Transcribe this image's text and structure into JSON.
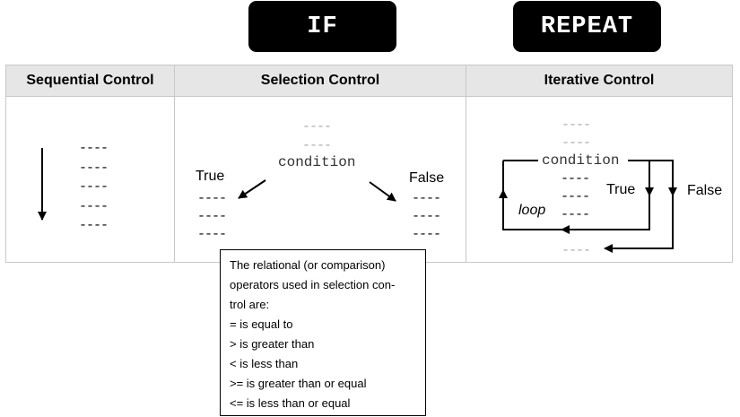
{
  "badges": {
    "if": "IF",
    "repeat": "REPEAT"
  },
  "columns": {
    "sequential": {
      "title": "Sequential Control"
    },
    "selection": {
      "title": "Selection Control",
      "condition": "condition",
      "true_label": "True",
      "false_label": "False"
    },
    "iterative": {
      "title": "Iterative Control",
      "condition": "condition",
      "true_label": "True",
      "false_label": "False",
      "loop_label": "loop"
    }
  },
  "dash": "----",
  "note": {
    "lines": [
      "The relational (or comparison)",
      "operators used in selection con-",
      "trol are:",
      "= is equal to",
      "> is greater than",
      "< is less than",
      ">= is greater than or equal",
      "<= is less than or equal"
    ]
  }
}
